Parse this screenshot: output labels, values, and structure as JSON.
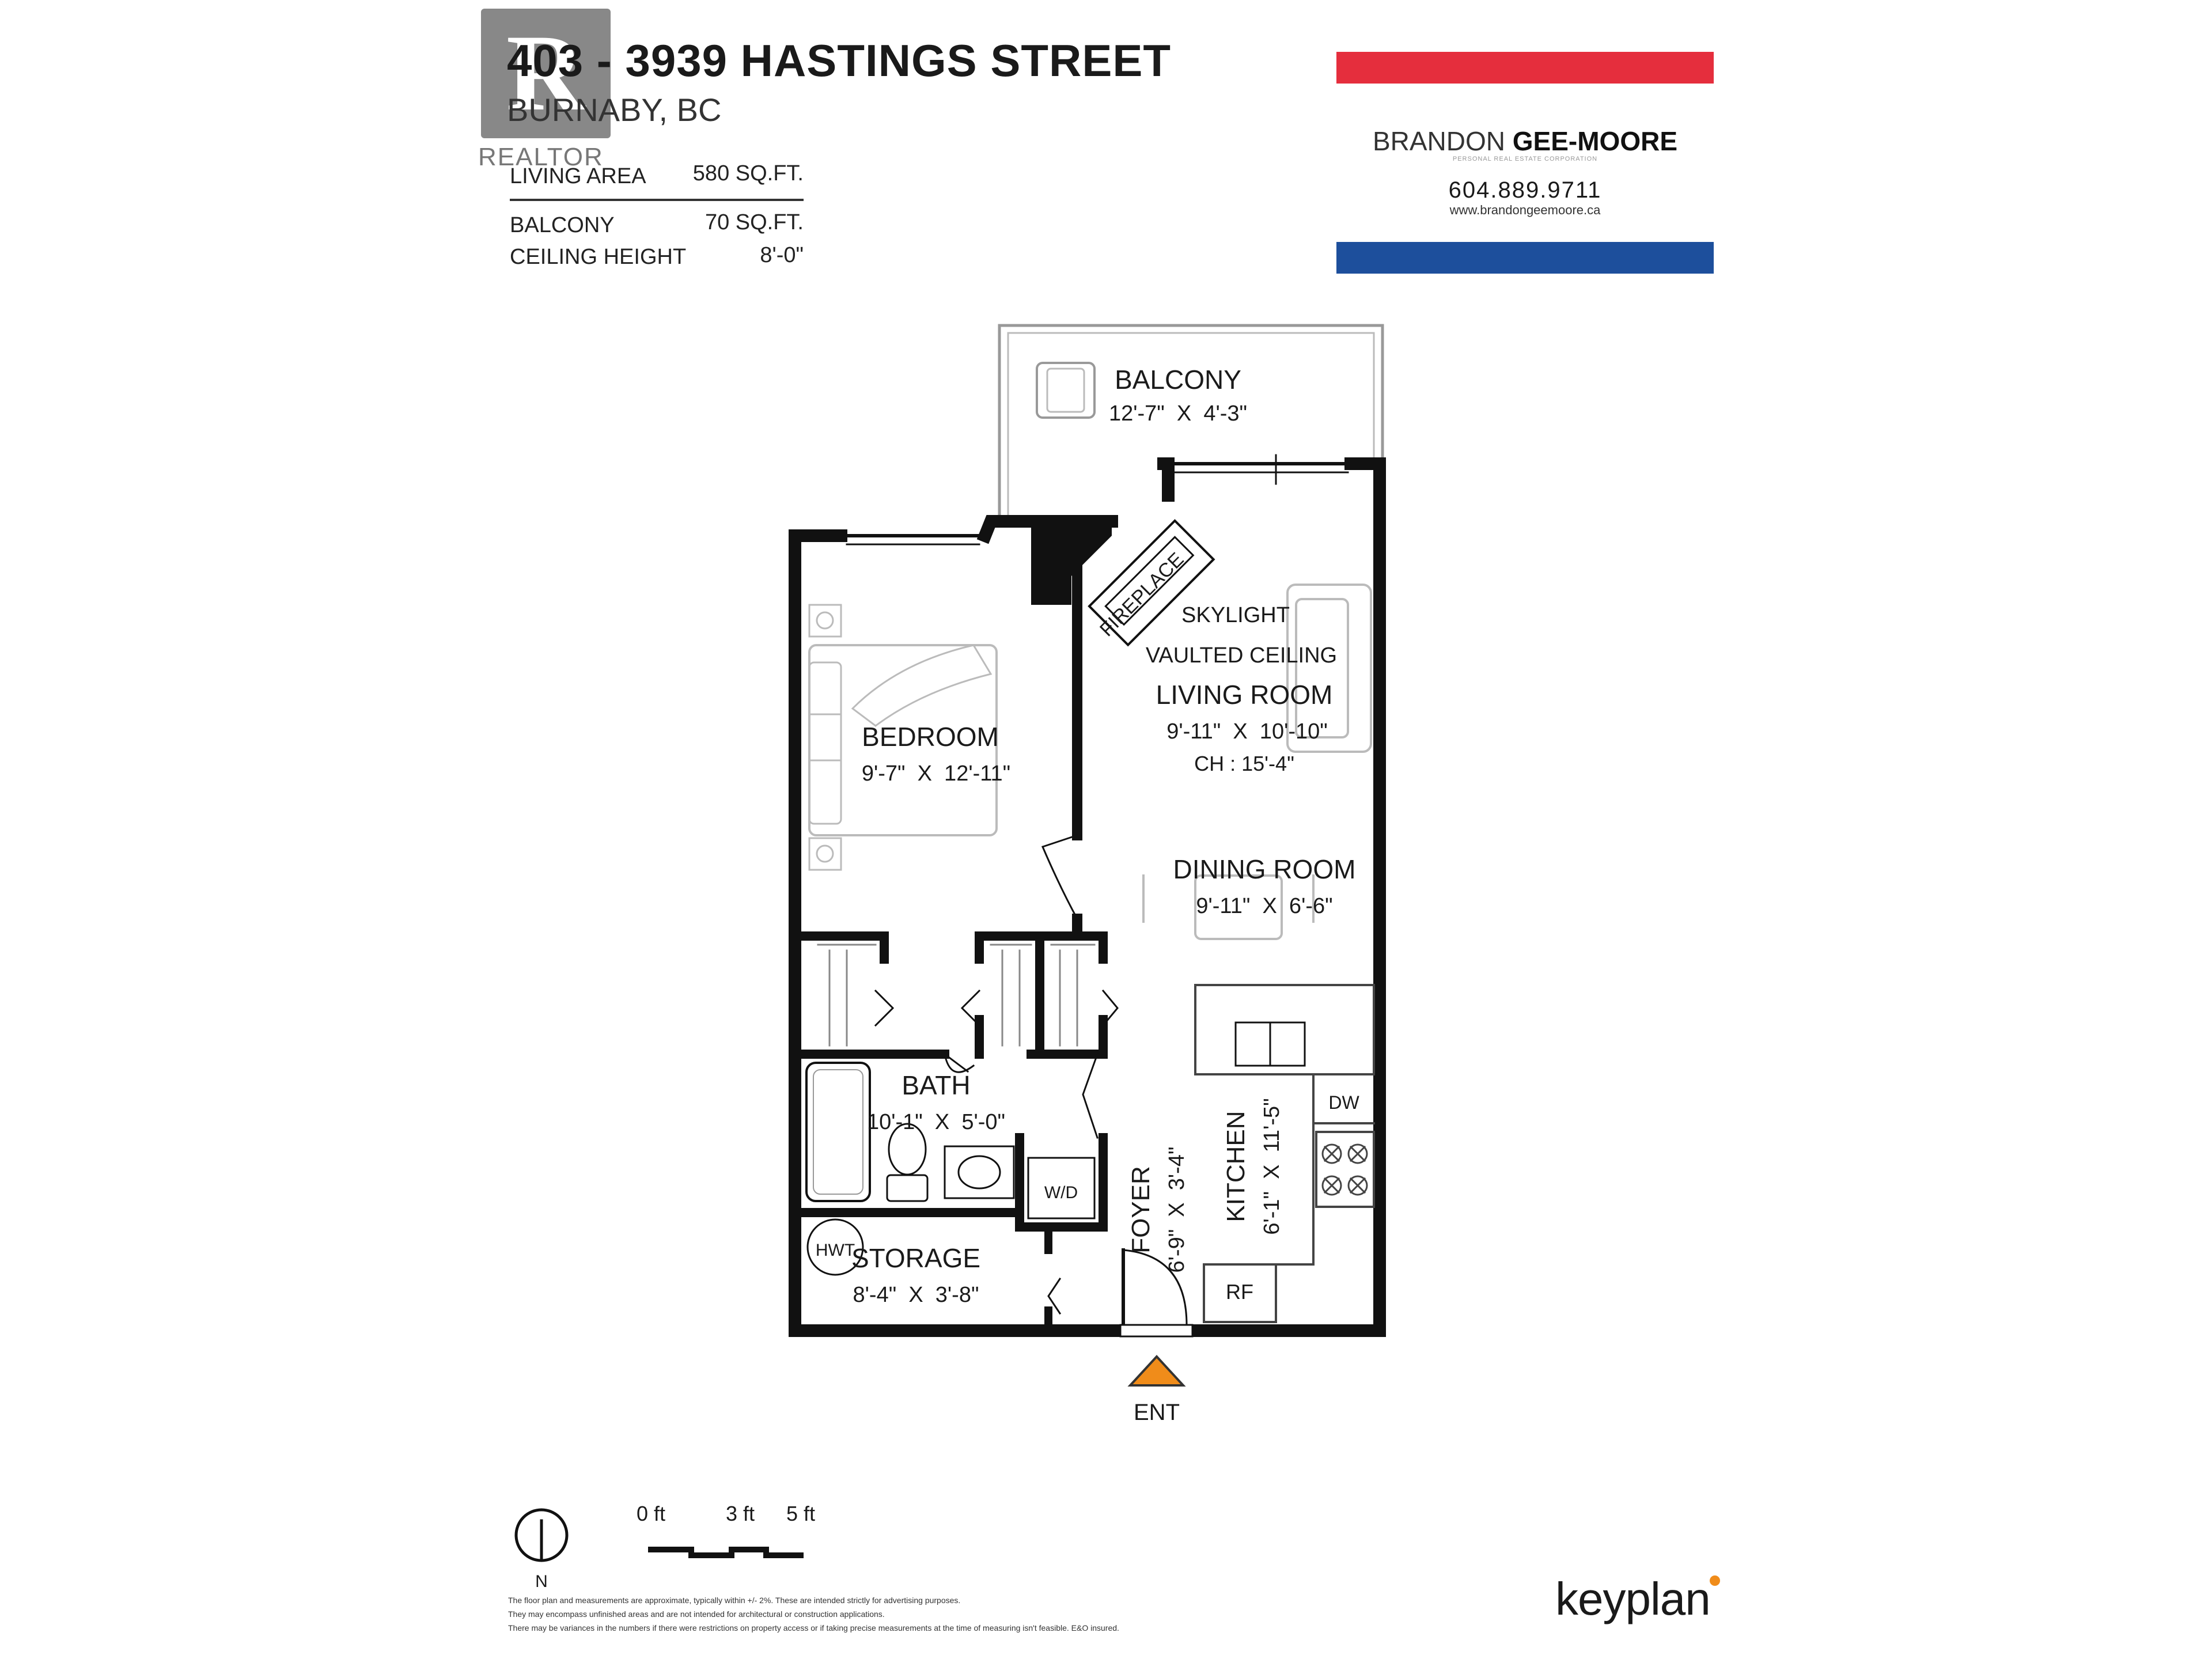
{
  "header": {
    "address": "403 - 3939 HASTINGS STREET",
    "city": "BURNABY, BC",
    "realtor_mark": "REALTOR",
    "realtor_letter": "R"
  },
  "stats": [
    {
      "label": "LIVING AREA",
      "value": "580 SQ.FT."
    },
    {
      "label": "BALCONY",
      "value": "70 SQ.FT."
    },
    {
      "label": "CEILING HEIGHT",
      "value": "8'-0\""
    }
  ],
  "agent": {
    "first": "BRANDON",
    "last": "GEE-MOORE",
    "subtitle": "PERSONAL REAL ESTATE CORPORATION",
    "phone": "604.889.9711",
    "website": "www.brandongeemoore.ca",
    "colors": {
      "red": "#e52e3d",
      "blue": "#1d4f9c"
    }
  },
  "plan": {
    "balcony": {
      "name": "BALCONY",
      "dims": "12'-7\"  X  4'-3\""
    },
    "fireplace": "FIREPLACE",
    "living": {
      "note1": "SKYLIGHT",
      "note2": "VAULTED CEILING",
      "name": "LIVING ROOM",
      "dims": "9'-11\"  X  10'-10\"",
      "ch": "CH : 15'-4\""
    },
    "bedroom": {
      "name": "BEDROOM",
      "dims": "9'-7\"  X  12'-11\""
    },
    "dining": {
      "name": "DINING ROOM",
      "dims": "9'-11\"  X  6'-6\""
    },
    "bath": {
      "name": "BATH",
      "dims": "10'-1\"  X  5'-0\""
    },
    "storage": {
      "name": "STORAGE",
      "dims": "8'-4\"  X  3'-8\"",
      "hwt": "HWT"
    },
    "foyer": {
      "name": "FOYER",
      "dims": "6'-9\"  X  3'-4\""
    },
    "kitchen": {
      "name": "KITCHEN",
      "dims": "6'-1\"  X  11'-5\""
    },
    "wd": "W/D",
    "dw": "DW",
    "rf": "RF",
    "entrance": "ENT",
    "entrance_color": "#f08c1a"
  },
  "legend": {
    "north": "N",
    "scale": [
      "0 ft",
      "3 ft",
      "5 ft"
    ]
  },
  "disclaimer": [
    "The floor plan and measurements are approximate, typically within +/- 2%. These are intended strictly for advertising purposes.",
    "They may encompass unfinished areas and are not intended for architectural or construction applications.",
    "There may be variances in the numbers if there were restrictions on property access or if taking precise measurements at the time of measuring isn't feasible. E&O insured."
  ],
  "brand": "keyplan"
}
